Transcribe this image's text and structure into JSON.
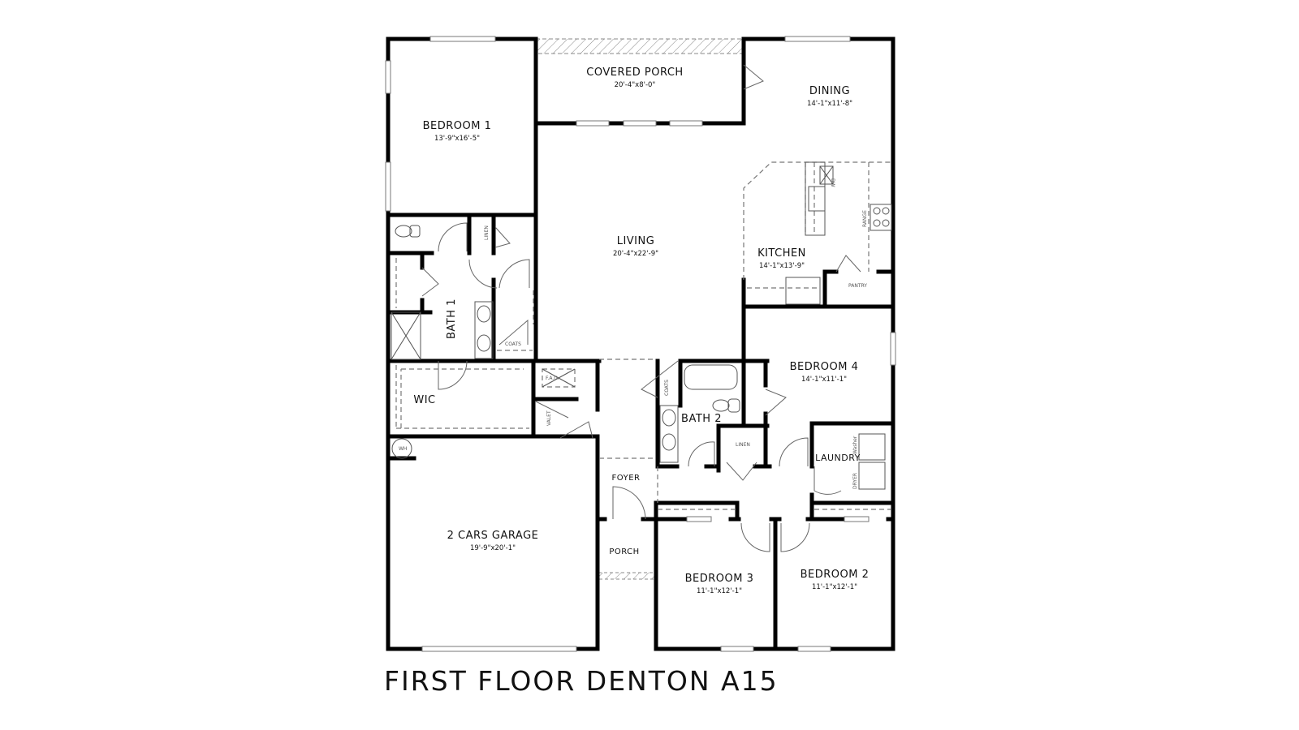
{
  "title": "FIRST FLOOR DENTON A15",
  "rooms": {
    "covered_porch": {
      "name": "COVERED PORCH",
      "dim": "20'-4\"x8'-0\""
    },
    "bedroom1": {
      "name": "BEDROOM 1",
      "dim": "13'-9\"x16'-5\""
    },
    "dining": {
      "name": "DINING",
      "dim": "14'-1\"x11'-8\""
    },
    "living": {
      "name": "LIVING",
      "dim": "20'-4\"x22'-9\""
    },
    "kitchen": {
      "name": "KITCHEN",
      "dim": "14'-1\"x13'-9\""
    },
    "bath1": {
      "name": "BATH 1"
    },
    "wic": {
      "name": "WIC"
    },
    "bedroom4": {
      "name": "BEDROOM 4",
      "dim": "14'-1\"x11'-1\""
    },
    "bath2": {
      "name": "BATH 2"
    },
    "laundry": {
      "name": "LAUNDRY"
    },
    "foyer": {
      "name": "FOYER"
    },
    "garage": {
      "name": "2 CARS GARAGE",
      "dim": "19'-9\"x20'-1\""
    },
    "porch": {
      "name": "PORCH"
    },
    "bedroom3": {
      "name": "BEDROOM 3",
      "dim": "11'-1\"x12'-1\""
    },
    "bedroom2": {
      "name": "BEDROOM 2",
      "dim": "11'-1\"x12'-1\""
    }
  },
  "fixtures": {
    "linen1": "LINEN",
    "linen2": "LINEN",
    "coats1": "COATS",
    "coats2": "COATS",
    "pantry": "PANTRY",
    "range": "RANGE",
    "dw": "DW",
    "fau": "F.A.U.",
    "valet": "VALET",
    "wh": "WH",
    "washer": "Washer",
    "dryer": "DRYER"
  }
}
